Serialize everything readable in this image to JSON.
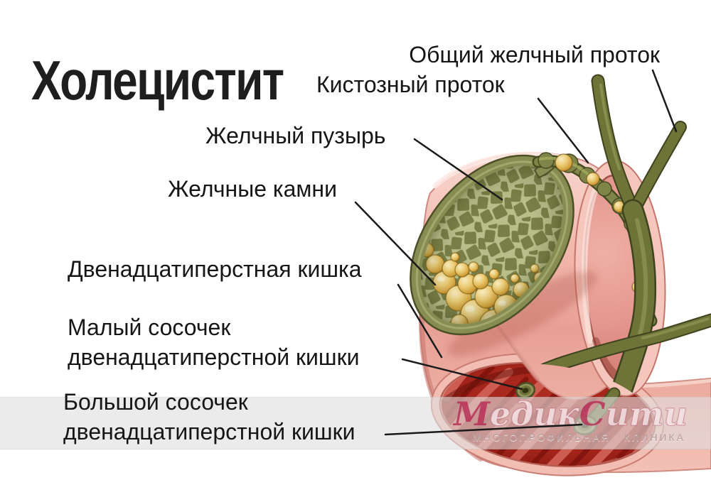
{
  "title": "Холецистит",
  "annotations": [
    {
      "id": "common-bile-duct",
      "label": "Общий желчный проток"
    },
    {
      "id": "cystic-duct",
      "label": "Кистозный проток"
    },
    {
      "id": "gallbladder",
      "label": "Желчный пузырь"
    },
    {
      "id": "gallstones",
      "label": "Желчные камни"
    },
    {
      "id": "duodenum",
      "label": "Двенадцатиперстная кишка"
    },
    {
      "id": "minor-papilla",
      "label": "Малый сосочек\nдвенадцатиперстной кишки"
    },
    {
      "id": "major-papilla",
      "label": "Большой сосочек\nдвенадцатиперстной кишки"
    }
  ],
  "watermark": {
    "brand": {
      "m": "М",
      "edik": "едик",
      "c": "С",
      "iti": "ити"
    },
    "subtitle": "МНОГОПРОФИЛЬНАЯ КЛИНИКА"
  },
  "colors": {
    "background": "#ffffff",
    "text": "#161616",
    "duodenum_pink": "#eba89e",
    "mucosa_red": "#a3241a",
    "bile_olive": "#6e7338",
    "gallbladder_wall": "#878c52",
    "gallstone_gold": "#ecc878",
    "watermark_band": "#e0dfde",
    "watermark_accent": "#b72c56"
  }
}
